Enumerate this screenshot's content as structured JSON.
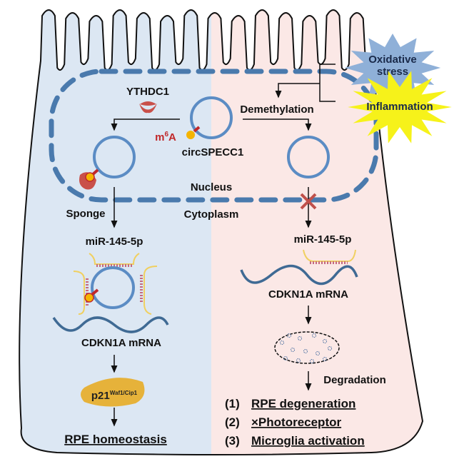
{
  "colors": {
    "left_bg": "#dce7f3",
    "right_bg": "#fbe8e6",
    "membrane": "#4a7aad",
    "circ": "#5b8cc4",
    "ythdc1": "#c9504a",
    "m6a": "#c0282a",
    "ball": "#f5b400",
    "oxidative": "#8fb0d8",
    "inflammation": "#f6f21a",
    "p21": "#e6b23a"
  },
  "labels": {
    "ythdc1": "YTHDC1",
    "m6a_base": "m",
    "m6a_sup": "6",
    "m6a_end": "A",
    "circ": "circSPECC1",
    "demethylation": "Demethylation",
    "oxidative_1": "Oxidative",
    "oxidative_2": "stress",
    "inflammation": "Inflammation",
    "nucleus": "Nucleus",
    "cytoplasm": "Cytoplasm",
    "sponge": "Sponge",
    "mir_left": "miR-145-5p",
    "mir_right": "miR-145-5p",
    "cdkn_left": "CDKN1A mRNA",
    "cdkn_right": "CDKN1A mRNA",
    "p21_base": "p21",
    "p21_sup": "Waf1/Cip1",
    "rpe_homeostasis": "RPE homeostasis",
    "degradation": "Degradation"
  },
  "outcomes": [
    {
      "num": "(1)",
      "text": "RPE degeneration"
    },
    {
      "num": "(2)",
      "text": "×Photoreceptor"
    },
    {
      "num": "(3)",
      "text": "Microglia activation"
    }
  ]
}
